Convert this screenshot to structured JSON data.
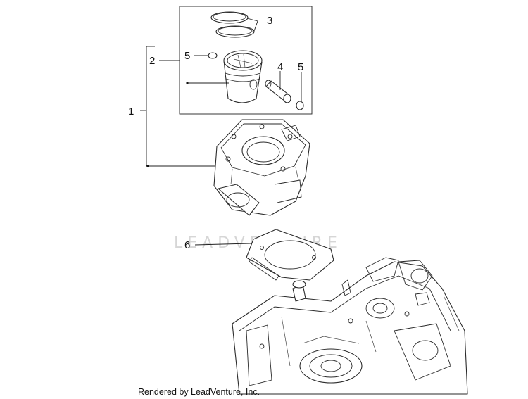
{
  "callouts": {
    "c1": "1",
    "c2": "2",
    "c3": "3",
    "c4": "4",
    "c5a": "5",
    "c5b": "5",
    "c6": "6"
  },
  "watermark": "LEADVENTURE",
  "footer": "Rendered by LeadVenture, Inc."
}
